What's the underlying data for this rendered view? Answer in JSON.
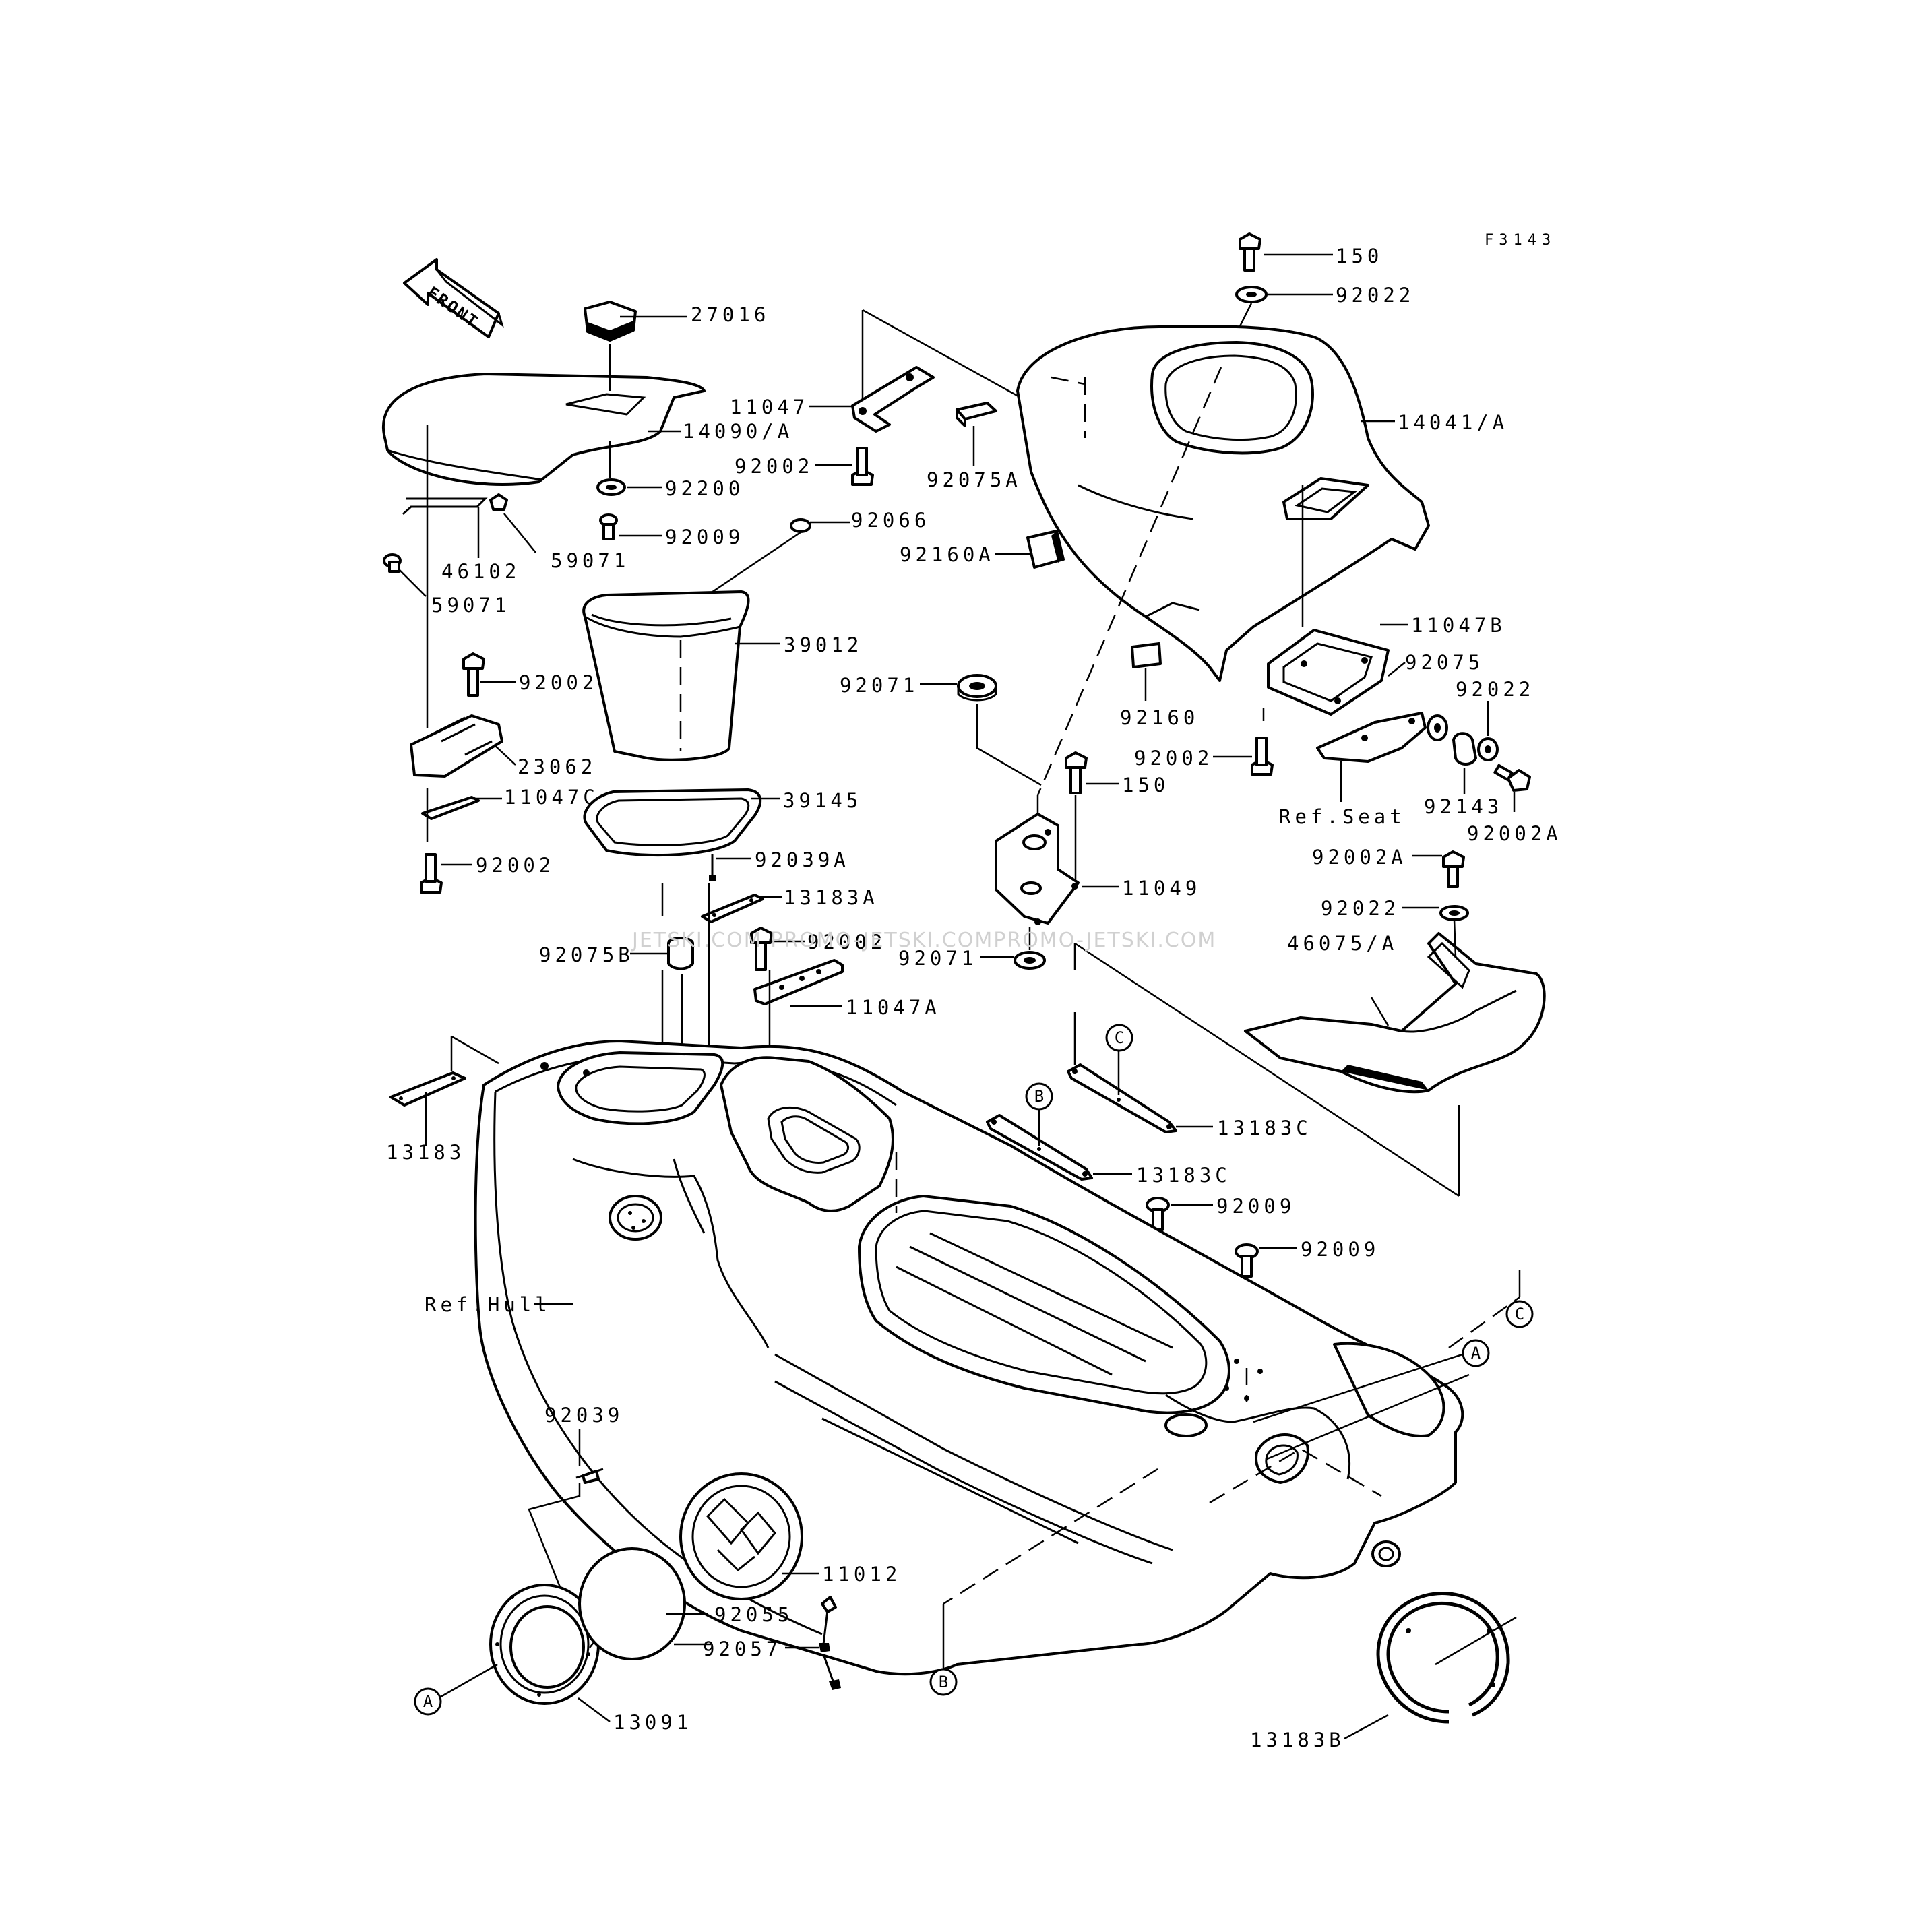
{
  "figure_code": "F3143",
  "front_arrow_label": "FRONT",
  "watermark": "JETSKI.COM  PROMO-JETSKI.COMPROMO-JETSKI.COM",
  "part_labels": {
    "p27016": "27016",
    "p14090A": "14090/A",
    "p92200": "92200",
    "p92009_top": "92009",
    "p46102": "46102",
    "p59071_a": "59071",
    "p59071_b": "59071",
    "p92066": "92066",
    "p39012": "39012",
    "p92002_left1": "92002",
    "p23062": "23062",
    "p11047C": "11047C",
    "p39145": "39145",
    "p92002_left2": "92002",
    "p92039A": "92039A",
    "p13183A": "13183A",
    "p92002_mid": "92002",
    "p92075B": "92075B",
    "p11047A": "11047A",
    "p13183": "13183",
    "p11047": "11047",
    "p92002_top": "92002",
    "p92075A": "92075A",
    "p92160A": "92160A",
    "p92071_a": "92071",
    "p92071_b": "92071",
    "p150_top": "150",
    "p92022_top": "92022",
    "p14041A": "14041/A",
    "p11047B": "11047B",
    "p92075": "92075",
    "p92022_r": "92022",
    "p92160": "92160",
    "p92002_r": "92002",
    "p150_mid": "150",
    "p92143": "92143",
    "p92002A_a": "92002A",
    "ref_seat": "Ref.Seat",
    "p92002A_b": "92002A",
    "p11049": "11049",
    "p92022_low": "92022",
    "p46075A": "46075/A",
    "p13183C_a": "13183C",
    "p13183C_b": "13183C",
    "p92009_a": "92009",
    "p92009_b": "92009",
    "ref_hull": "Ref.Hull",
    "p92039": "92039",
    "p11012": "11012",
    "p92055": "92055",
    "p92057": "92057",
    "p13091": "13091",
    "p13183B": "13183B"
  },
  "callouts": {
    "a": "A",
    "b": "B",
    "c": "C"
  }
}
